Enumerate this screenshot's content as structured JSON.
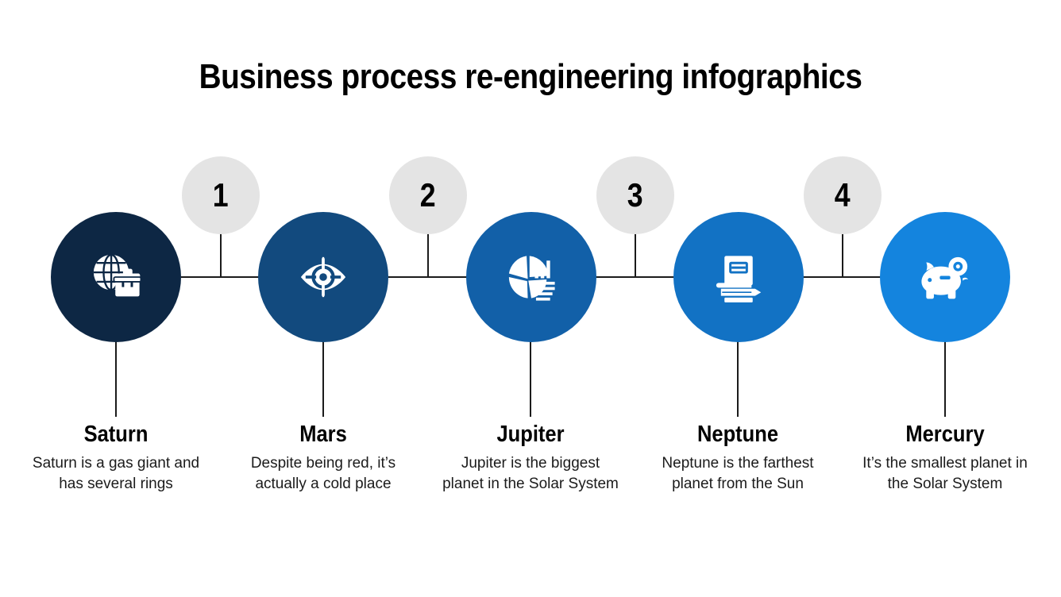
{
  "slide": {
    "title": "Business process re-engineering infographics",
    "background_color": "#ffffff",
    "line_color": "#1b1b1b",
    "badge_color": "#e4e4e4",
    "badge_text_color": "#000000"
  },
  "steps": [
    {
      "number": "",
      "name": "Saturn",
      "description": "Saturn is a gas giant and has several rings",
      "icon": "globe-briefcase-icon",
      "circle_color": "#0d2744"
    },
    {
      "number": "1",
      "name": "Mars",
      "description": "Despite being red, it’s actually a cold place",
      "icon": "eye-target-icon",
      "circle_color": "#124a7e"
    },
    {
      "number": "2",
      "name": "Jupiter",
      "description": "Jupiter is the biggest planet in the Solar System",
      "icon": "pie-bar-chart-icon",
      "circle_color": "#1260a8"
    },
    {
      "number": "3",
      "name": "Neptune",
      "description": "Neptune is the farthest planet from the Sun",
      "icon": "document-pen-icon",
      "circle_color": "#1272c4"
    },
    {
      "number": "4",
      "name": "Mercury",
      "description": "It’s the smallest planet in the Solar System",
      "icon": "piggy-bank-coin-icon",
      "circle_color": "#1484de"
    }
  ],
  "badges": [
    {
      "label": "1"
    },
    {
      "label": "2"
    },
    {
      "label": "3"
    },
    {
      "label": "4"
    }
  ]
}
